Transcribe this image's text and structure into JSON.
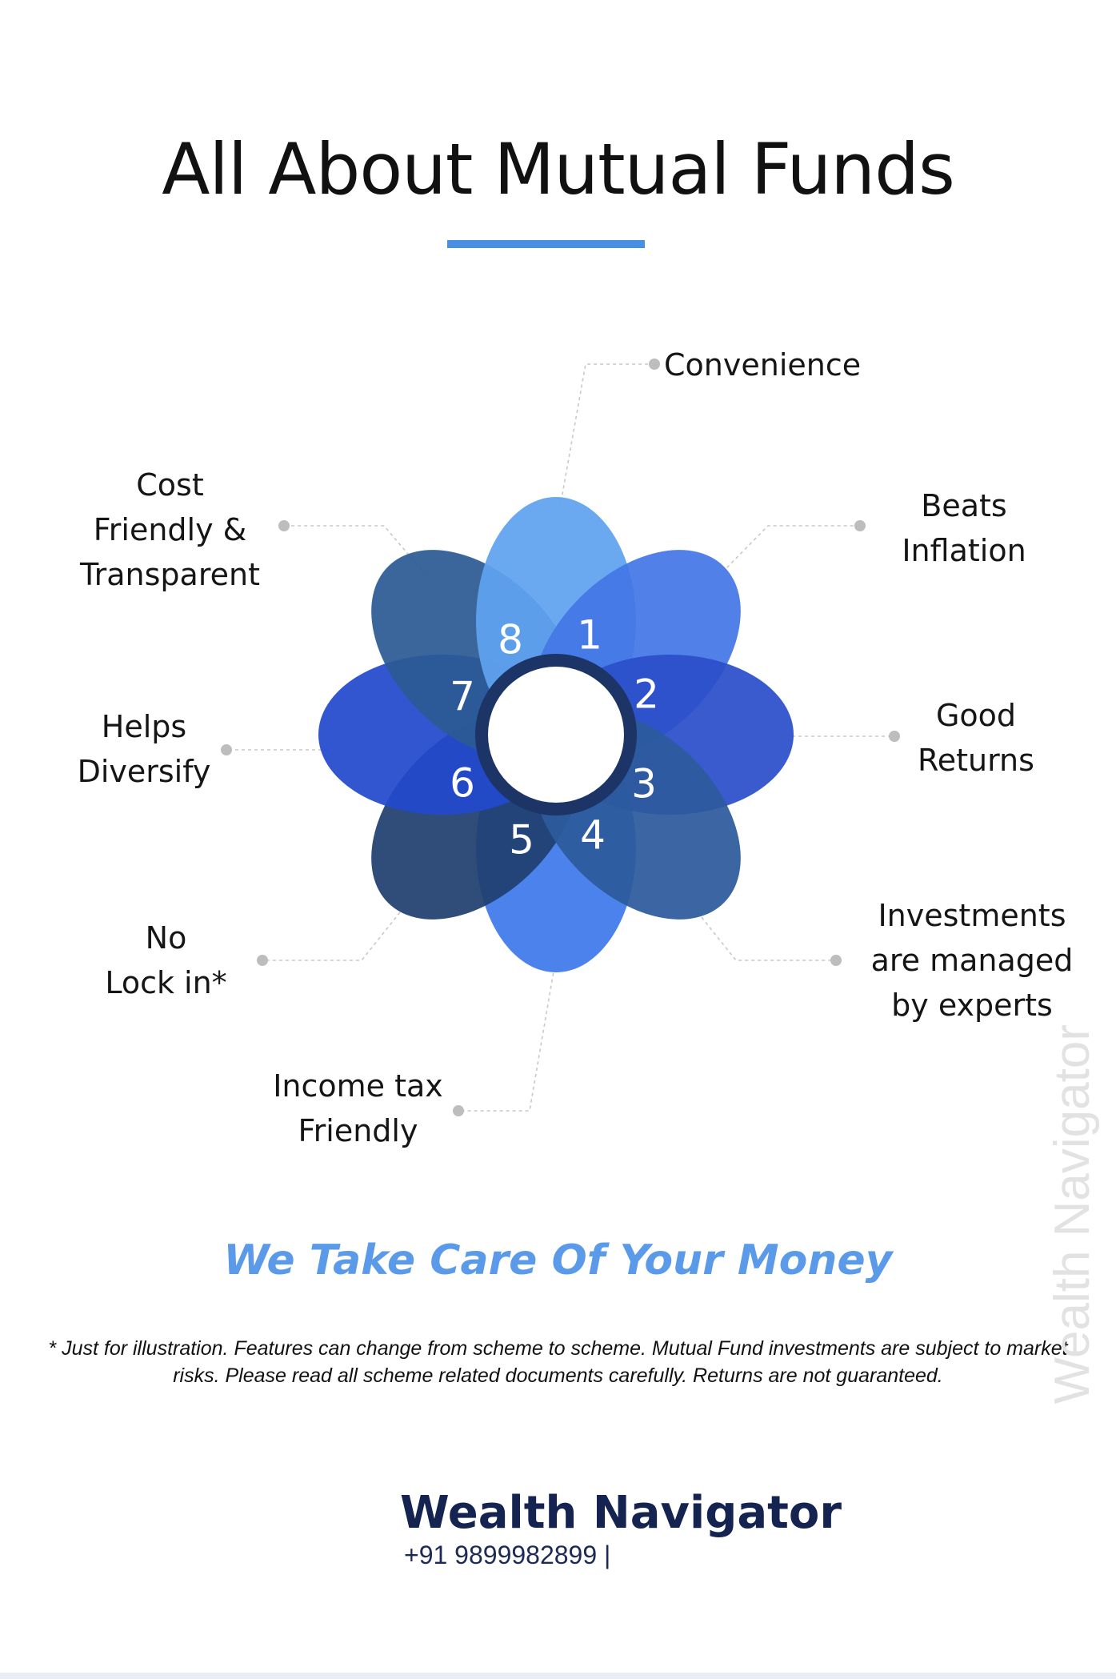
{
  "title": "All About Mutual Funds",
  "colors": {
    "accent": "#4a90e2",
    "petal_1": "#5fa2ef",
    "petal_2": "#4477e6",
    "petal_3": "#2a4fc9",
    "petal_4": "#2c5a9c",
    "petal_5": "#3e78ea",
    "petal_6": "#203f70",
    "petal_7": "#2249cc",
    "petal_8": "#2c5a95",
    "center_ring": "#1c3566"
  },
  "petals": [
    {
      "number": "1",
      "label": "Convenience"
    },
    {
      "number": "2",
      "label": "Beats\nInflation"
    },
    {
      "number": "3",
      "label": "Good\nReturns"
    },
    {
      "number": "4",
      "label": "Investments\nare managed\nby experts"
    },
    {
      "number": "5",
      "label": "Income tax\nFriendly"
    },
    {
      "number": "6",
      "label": "No\nLock in*"
    },
    {
      "number": "7",
      "label": "Helps\nDiversify"
    },
    {
      "number": "8",
      "label": "Cost\nFriendly &\nTransparent"
    }
  ],
  "tagline": "We Take Care Of Your Money",
  "disclaimer": "* Just for illustration. Features can change from scheme to scheme. Mutual Fund investments are subject to market risks. Please read all  scheme related documents carefully. Returns are not guaranteed.",
  "watermark": "Wealth Navigator",
  "brand": "Wealth Navigator",
  "phone": "+91 9899982899  |"
}
